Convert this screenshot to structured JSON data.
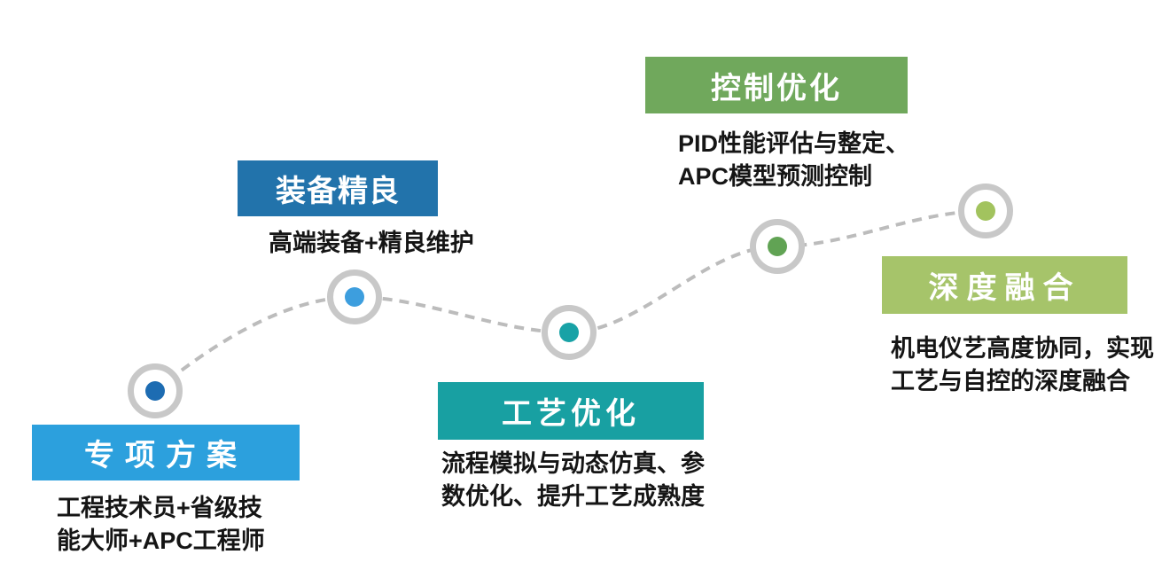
{
  "curve": {
    "color": "#bcbcbc",
    "style": "dashed"
  },
  "node": {
    "ring_color": "#c8c8c8",
    "fill": "#ffffff"
  },
  "stages": [
    {
      "id": "special-solutions",
      "title": "专项方案",
      "description": "工程技术员+省级技\n能大师+APC工程师",
      "box_color": "#2ca0dd",
      "dot_color": "#1d6cb2"
    },
    {
      "id": "superior-equipment",
      "title": "装备精良",
      "description": "高端装备+精良维护",
      "box_color": "#2273ab",
      "dot_color": "#3d9ede"
    },
    {
      "id": "process-optimization",
      "title": "工艺优化",
      "description": "流程模拟与动态仿真、参\n数优化、提升工艺成熟度",
      "box_color": "#18a0a2",
      "dot_color": "#18a2a6"
    },
    {
      "id": "control-optimization",
      "title": "控制优化",
      "description": "PID性能评估与整定、\nAPC模型预测控制",
      "box_color": "#70a85c",
      "dot_color": "#61a354"
    },
    {
      "id": "deep-integration",
      "title": "深度融合",
      "description": "机电仪艺高度协同，实现\n工艺与自控的深度融合",
      "box_color": "#a6c46a",
      "dot_color": "#a2c35e"
    }
  ]
}
